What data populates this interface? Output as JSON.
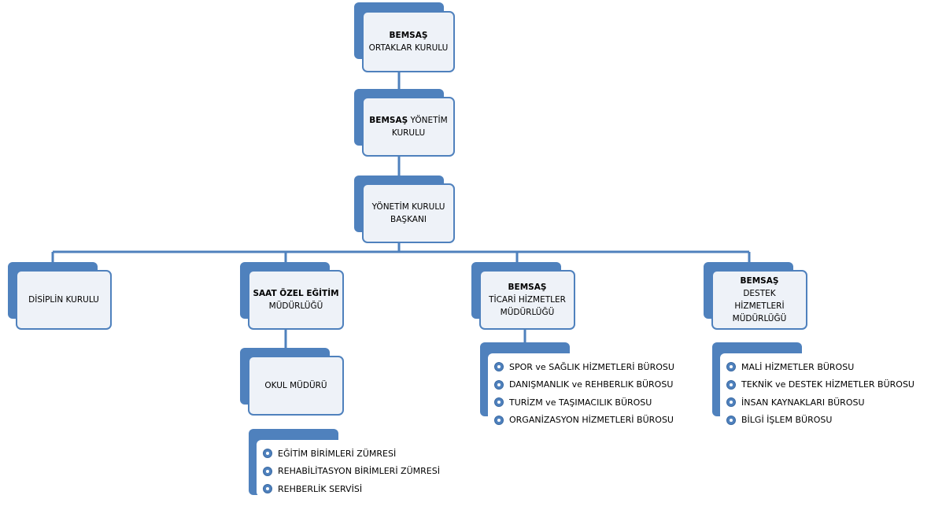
{
  "nodes": {
    "ortaklar": {
      "bold": "BEMSAŞ",
      "text": "ORTAKLAR KURULU"
    },
    "yonetim": {
      "bold": "BEMSAŞ",
      "text": "YÖNETİM KURULU"
    },
    "baskan": {
      "text": "YÖNETİM KURULU BAŞKANI"
    },
    "disiplin": {
      "text": "DİSİPLİN KURULU"
    },
    "saat": {
      "bold": "SAAT ÖZEL EĞİTİM",
      "text": "MÜDÜRLÜĞÜ"
    },
    "ticari": {
      "bold": "BEMSAŞ",
      "text": "TİCARİ HİZMETLER MÜDÜRLÜĞÜ"
    },
    "destek": {
      "bold": "BEMSAŞ",
      "text": "DESTEK HİZMETLERİ MÜDÜRLÜĞÜ"
    },
    "okul": {
      "text": "OKUL MÜDÜRÜ"
    }
  },
  "lists": {
    "okul": [
      "EĞİTİM BİRİMLERİ ZÜMRESİ",
      "REHABİLİTASYON BİRİMLERİ ZÜMRESİ",
      "REHBERLİK SERVİSİ"
    ],
    "ticari": [
      "SPOR ve SAĞLIK HİZMETLERİ BÜROSU",
      "DANIŞMANLIK ve REHBERLIK BÜROSU",
      "TURİZM ve TAŞIMACILIK BÜROSU",
      "ORGANİZASYON HİZMETLERİ BÜROSU"
    ],
    "destek": [
      "MALİ HİZMETLER BÜROSU",
      "TEKNİK ve DESTEK HİZMETLER BÜROSU",
      "İNSAN KAYNAKLARI BÜROSU",
      "BİLGİ İŞLEM BÜROSU"
    ]
  },
  "colors": {
    "accent": "#4f81bd",
    "box_fill": "#eef2f8"
  }
}
